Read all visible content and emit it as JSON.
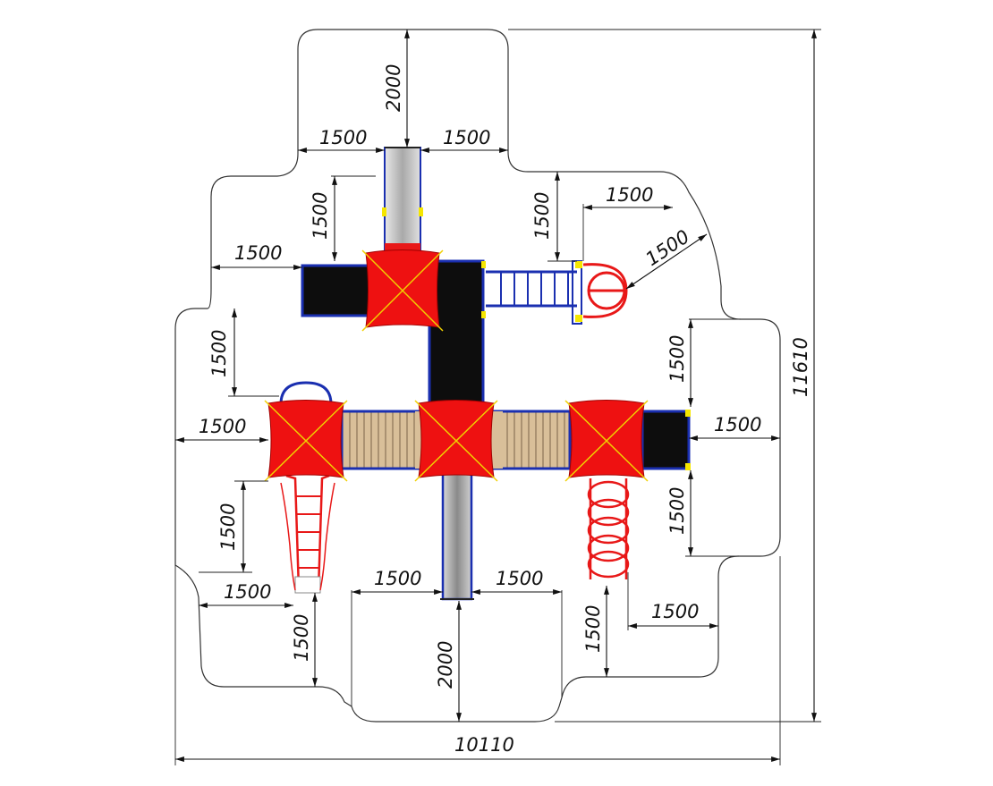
{
  "drawing": {
    "dimensions": {
      "top_slide_length": "2000",
      "top_left_clearance": "1500",
      "top_right_clearance": "1500",
      "upper_left_vertical": "1500",
      "upper_left_horizontal": "1500",
      "upper_right_vertical": "1500",
      "upper_right_horizontal": "1500",
      "upper_right_diagonal": "1500",
      "mid_left_vertical": "1500",
      "mid_left_horizontal": "1500",
      "mid_right_vertical": "1500",
      "mid_right_horizontal": "1500",
      "lower_right_vertical": "1500",
      "lower_left_vertical": "1500",
      "lower_left_horizontal": "1500",
      "bottom_left_clearance": "1500",
      "bottom_right_clearance": "1500",
      "bottom_slide_length": "2000",
      "bottom_right_vertical": "1500",
      "bottom_right_horizontal": "1500",
      "far_left_vertical": "1500",
      "overall_width": "10110",
      "overall_height": "11610"
    },
    "colors": {
      "roof_red": "#ee1111",
      "roof_cross": "#f0d000",
      "deck_black": "#0d0d0d",
      "frame_blue": "#1a2fb0",
      "slide_grey": "#b8b8b8",
      "bridge_tan": "#d2b48c",
      "climber_red": "#e81818",
      "connector_yellow": "#f5e600"
    }
  }
}
